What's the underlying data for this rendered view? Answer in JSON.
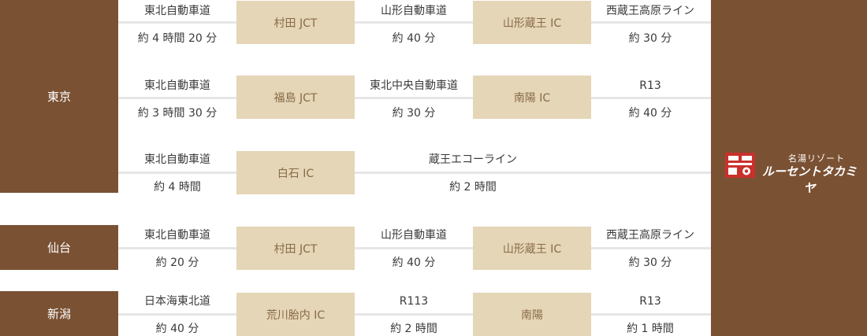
{
  "colors": {
    "brown": "#7a5133",
    "tan": "#e4d6b7",
    "line": "#e6e6e6",
    "logo_red": "#c9312c"
  },
  "origins": {
    "tokyo": "東京",
    "sendai": "仙台",
    "niigata": "新潟"
  },
  "destination": {
    "logo_icon": "takamiya-kamon-icon",
    "logo_small": "名湯リゾート",
    "logo_big": "ルーセントタカミヤ"
  },
  "routes": [
    {
      "origin": "東京",
      "seg1": {
        "road": "東北自動車道",
        "time": "約 4 時間 20 分"
      },
      "node1": "村田 JCT",
      "seg2": {
        "road": "山形自動車道",
        "time": "約 40 分"
      },
      "node2": "山形蔵王 IC",
      "seg3": {
        "road": "西蔵王高原ライン",
        "time": "約 30 分"
      }
    },
    {
      "origin": "東京",
      "seg1": {
        "road": "東北自動車道",
        "time": "約 3 時間 30 分"
      },
      "node1": "福島 JCT",
      "seg2": {
        "road": "東北中央自動車道",
        "time": "約 30 分"
      },
      "node2": "南陽 IC",
      "seg3": {
        "road": "R13",
        "time": "約 40 分"
      }
    },
    {
      "origin": "東京",
      "seg1": {
        "road": "東北自動車道",
        "time": "約 4 時間"
      },
      "node1": "白石 IC",
      "seg2": {
        "road": "蔵王エコーライン",
        "time": "約 2 時間"
      }
    },
    {
      "origin": "仙台",
      "seg1": {
        "road": "東北自動車道",
        "time": "約 20 分"
      },
      "node1": "村田 JCT",
      "seg2": {
        "road": "山形自動車道",
        "time": "約 40 分"
      },
      "node2": "山形蔵王 IC",
      "seg3": {
        "road": "西蔵王高原ライン",
        "time": "約 30 分"
      }
    },
    {
      "origin": "新潟",
      "seg1": {
        "road": "日本海東北道",
        "time": "約 40 分"
      },
      "node1": "荒川胎内 IC",
      "seg2": {
        "road": "R113",
        "time": "約 2 時間"
      },
      "node2": "南陽",
      "seg3": {
        "road": "R13",
        "time": "約 1 時間"
      }
    }
  ]
}
